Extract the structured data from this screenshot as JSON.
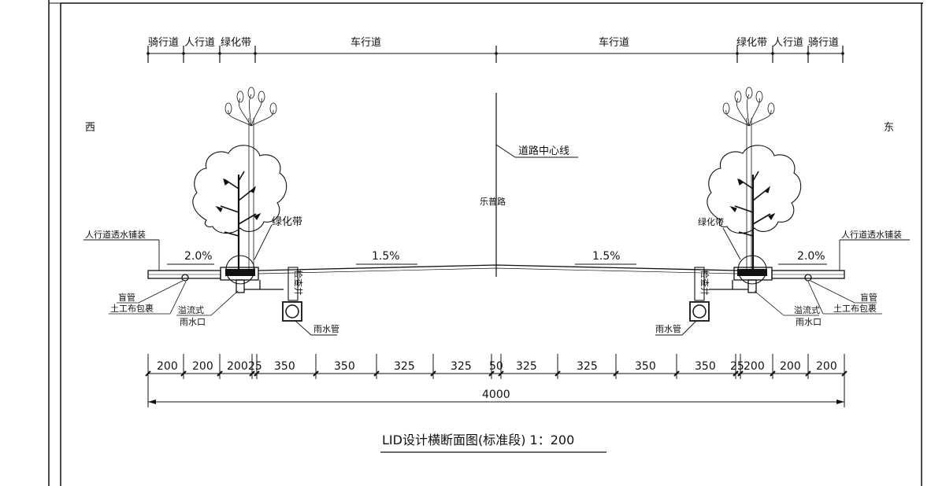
{
  "direction": {
    "west": "西",
    "east": "东"
  },
  "top_labels": {
    "left": [
      "骑行道",
      "人行道",
      "绿化带"
    ],
    "left_carriageway": "车行道",
    "right_carriageway": "车行道",
    "right": [
      "绿化带",
      "人行道",
      "骑行道"
    ]
  },
  "annotations": {
    "centerline": "道路中心线",
    "road_name": "乐普路",
    "green_belt_left": "绿化带",
    "green_belt_right": "绿化带",
    "paving_left": "人行道透水铺装",
    "paving_right": "人行道透水铺装",
    "slope_sidewalk_left": "2.0%",
    "slope_sidewalk_right": "2.0%",
    "slope_road_left": "1.5%",
    "slope_road_right": "1.5%",
    "blind_pipe_left": "盲管",
    "geotextile_left": "土工布包裹",
    "blind_pipe_right": "盲管",
    "geotextile_right": "土工布包裹",
    "overflow_left": [
      "溢流式",
      "雨水口"
    ],
    "overflow_right": [
      "溢流式",
      "雨水口"
    ],
    "rain_pipe_left": "雨水管",
    "rain_pipe_right": "雨水管",
    "inspection_well": "检查井"
  },
  "dimensions": [
    "200",
    "200",
    "200",
    "25",
    "350",
    "350",
    "325",
    "325",
    "50",
    "325",
    "325",
    "350",
    "350",
    "25",
    "200",
    "200",
    "200"
  ],
  "total_width": "4000",
  "title": "LID设计横断面图(标准段)  1：200",
  "colors": {
    "line": "#111111",
    "background": "#ffffff"
  }
}
